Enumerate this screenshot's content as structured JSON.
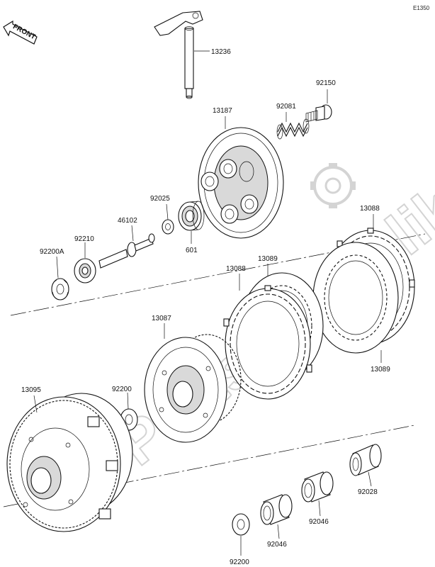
{
  "diagram_code": "E1350",
  "front_label": "FRONT",
  "watermark_text": "PartsRepublik",
  "parts": {
    "p13236": "13236",
    "p92150": "92150",
    "p92081": "92081",
    "p13187": "13187",
    "p92025": "92025",
    "p46102": "46102",
    "p92210": "92210",
    "p601": "601",
    "p92200A": "92200A",
    "p13088_right": "13088",
    "p13088_left": "13088",
    "p13089_top": "13089",
    "p13089_right": "13089",
    "p13087": "13087",
    "p13095": "13095",
    "p92200_mid": "92200",
    "p92028": "92028",
    "p92046_right": "92046",
    "p92046_left": "92046",
    "p92200_bottom": "92200"
  },
  "icons": {
    "front_arrow": "front-arrow-icon",
    "gear_watermark": "gear-watermark-icon"
  }
}
